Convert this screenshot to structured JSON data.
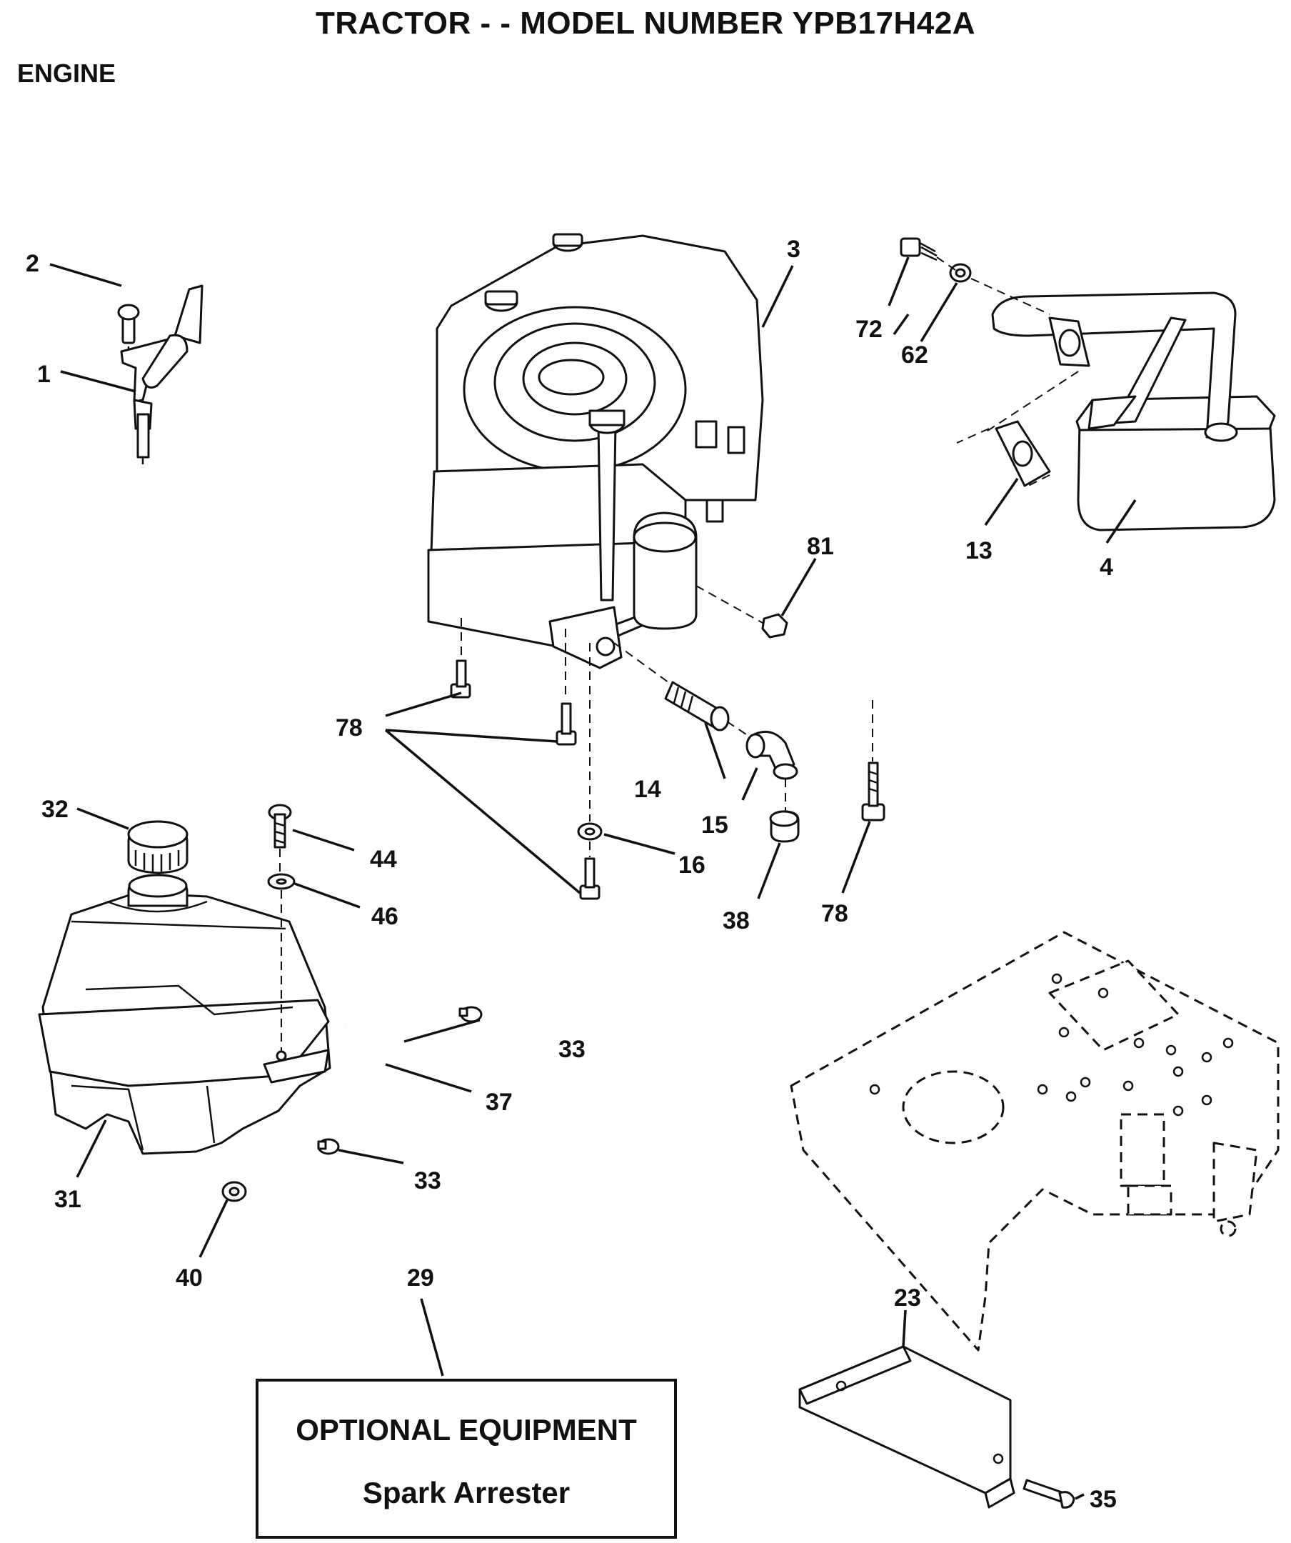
{
  "header": {
    "title": "TRACTOR - - MODEL NUMBER YPB17H42A",
    "section": "ENGINE"
  },
  "callouts": {
    "c1": "1",
    "c2": "2",
    "c3": "3",
    "c4": "4",
    "c13": "13",
    "c14": "14",
    "c15": "15",
    "c16": "16",
    "c23": "23",
    "c29": "29",
    "c31": "31",
    "c32": "32",
    "c33a": "33",
    "c33b": "33",
    "c35": "35",
    "c37": "37",
    "c38": "38",
    "c40": "40",
    "c44": "44",
    "c46": "46",
    "c62": "62",
    "c72": "72",
    "c78a": "78",
    "c78b": "78",
    "c81": "81"
  },
  "optional_equipment": {
    "heading": "OPTIONAL EQUIPMENT",
    "item": "Spark Arrester"
  }
}
